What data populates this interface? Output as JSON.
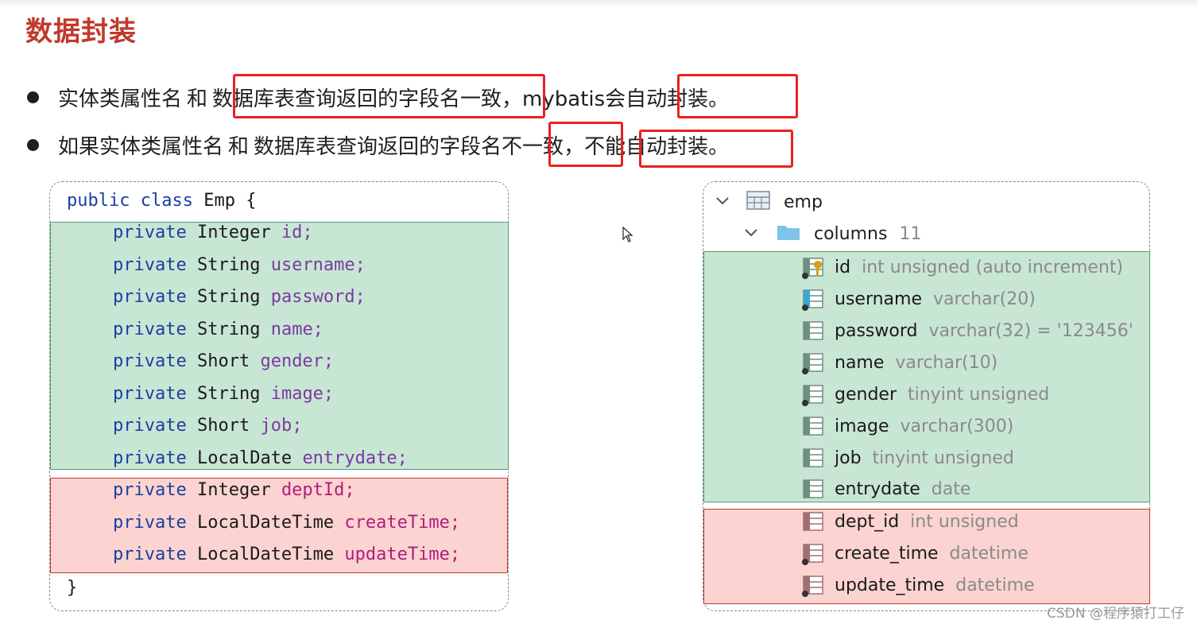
{
  "title": "数据封装",
  "bullets": [
    {
      "parts": [
        "实体类属性名",
        "和",
        "数据库表查询返回的字段名一致",
        "，mybatis会",
        "自动封装。"
      ]
    },
    {
      "parts": [
        "如果实体类属性名",
        "和",
        "数据库表查询返回的字段名",
        "不一致",
        "，",
        "不能自动封装。"
      ]
    }
  ],
  "code": {
    "header": {
      "kw1": "public",
      "kw2": "class",
      "name": "Emp",
      "brace": "{"
    },
    "fields": [
      {
        "mod": "private",
        "type": "Integer",
        "name": "id;"
      },
      {
        "mod": "private",
        "type": "String",
        "name": "username;"
      },
      {
        "mod": "private",
        "type": "String",
        "name": "password;"
      },
      {
        "mod": "private",
        "type": "String",
        "name": "name;"
      },
      {
        "mod": "private",
        "type": "Short",
        "name": "gender;"
      },
      {
        "mod": "private",
        "type": "String",
        "name": "image;"
      },
      {
        "mod": "private",
        "type": "Short",
        "name": "job;"
      },
      {
        "mod": "private",
        "type": "LocalDate",
        "name": "entrydate;"
      },
      {
        "mod": "private",
        "type": "Integer",
        "name": "deptId;"
      },
      {
        "mod": "private",
        "type": "LocalDateTime",
        "name": "createTime;"
      },
      {
        "mod": "private",
        "type": "LocalDateTime",
        "name": "updateTime;"
      }
    ],
    "closing": "}"
  },
  "db": {
    "table": "emp",
    "columns_label": "columns",
    "columns_count": "11",
    "columns": [
      {
        "name": "id",
        "type": "int unsigned (auto increment)",
        "icon": "primary-key-column-icon"
      },
      {
        "name": "username",
        "type": "varchar(20)",
        "icon": "unique-column-icon"
      },
      {
        "name": "password",
        "type": "varchar(32) = '123456'",
        "icon": "column-icon"
      },
      {
        "name": "name",
        "type": "varchar(10)",
        "icon": "column-icon"
      },
      {
        "name": "gender",
        "type": "tinyint unsigned",
        "icon": "column-icon"
      },
      {
        "name": "image",
        "type": "varchar(300)",
        "icon": "column-icon"
      },
      {
        "name": "job",
        "type": "tinyint unsigned",
        "icon": "column-icon"
      },
      {
        "name": "entrydate",
        "type": "date",
        "icon": "column-icon"
      },
      {
        "name": "dept_id",
        "type": "int unsigned",
        "icon": "column-icon"
      },
      {
        "name": "create_time",
        "type": "datetime",
        "icon": "column-icon"
      },
      {
        "name": "update_time",
        "type": "datetime",
        "icon": "column-icon"
      }
    ]
  },
  "colors": {
    "title": "#c0392b",
    "highlight_box": "#ea2020",
    "match_band": "#c8e6d4",
    "mismatch_band": "#fbd3d0"
  },
  "watermark": "CSDN @程序猿打工仔"
}
